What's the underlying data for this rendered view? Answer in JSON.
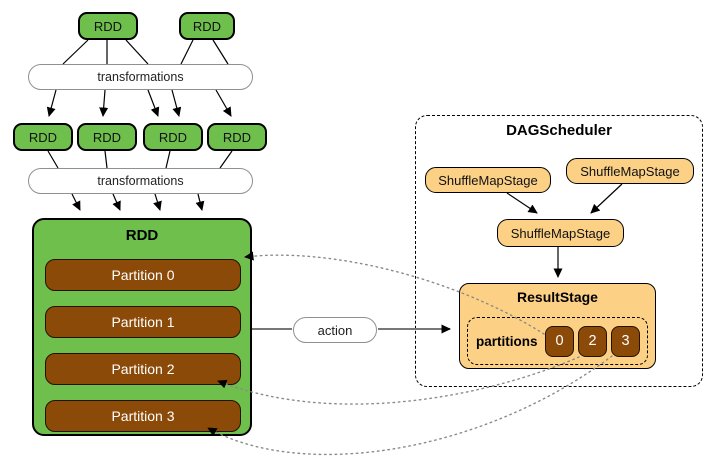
{
  "diagram": {
    "top_rdds": [
      "RDD",
      "RDD"
    ],
    "transformations1": "transformations",
    "mid_rdds": [
      "RDD",
      "RDD",
      "RDD",
      "RDD"
    ],
    "transformations2": "transformations",
    "main_rdd": {
      "title": "RDD",
      "partitions": [
        "Partition 0",
        "Partition 1",
        "Partition 2",
        "Partition 3"
      ]
    },
    "action_label": "action",
    "dag_scheduler": {
      "title": "DAGScheduler",
      "shuffle_map_stages": [
        "ShuffleMapStage",
        "ShuffleMapStage",
        "ShuffleMapStage"
      ],
      "result_stage": {
        "title": "ResultStage",
        "partitions_label": "partitions",
        "partition_ids": [
          "0",
          "2",
          "3"
        ]
      }
    },
    "colors": {
      "rdd_green": "#6fbf4d",
      "partition_brown": "#8c4a09",
      "stage_orange": "#fcd186",
      "background": "#ffffff"
    }
  }
}
